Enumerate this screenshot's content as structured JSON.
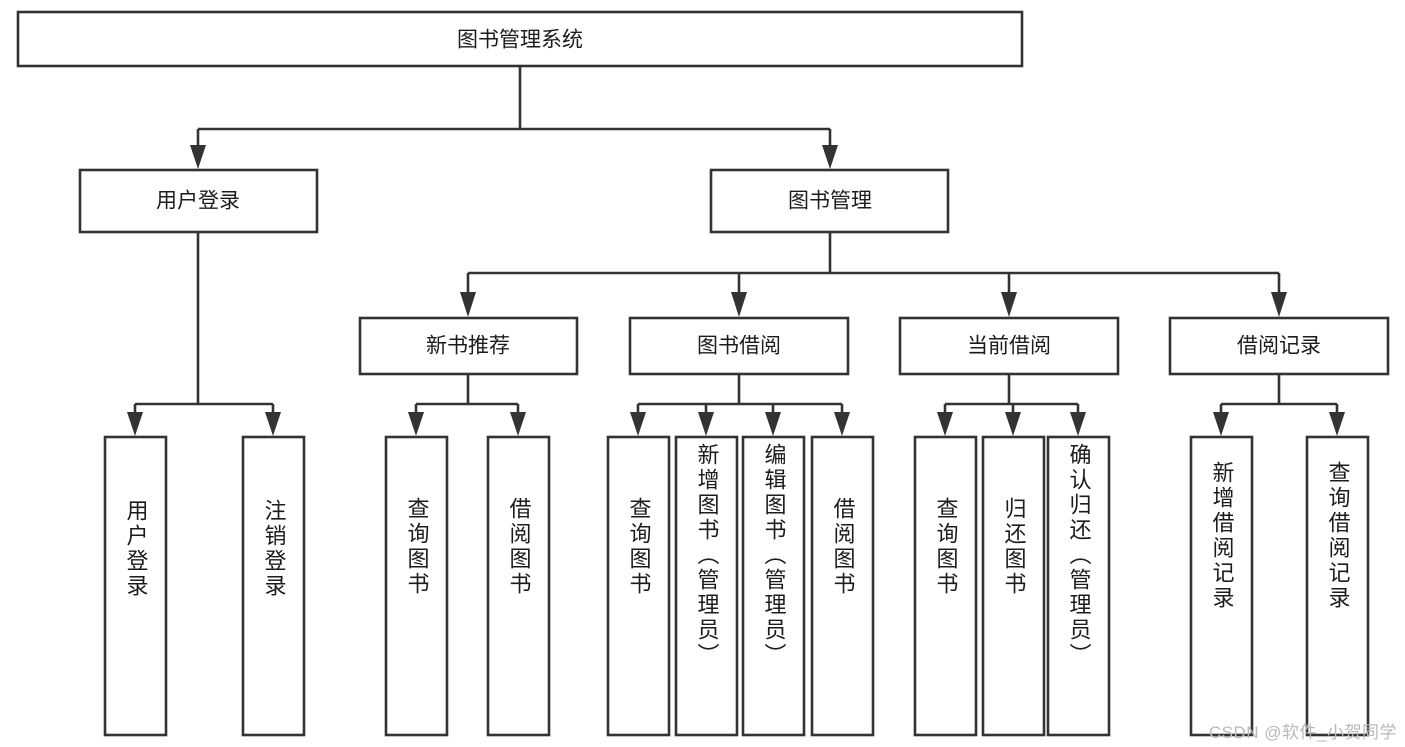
{
  "diagram": {
    "type": "hierarchy-tree",
    "title": "图书管理系统",
    "colors": {
      "box_stroke": "#333333",
      "box_fill": "#ffffff",
      "text": "#1c1c1c",
      "background": "#ffffff",
      "watermark": "#b9b9b9"
    },
    "root": {
      "label": "图书管理系统"
    },
    "level2": [
      {
        "label": "用户登录"
      },
      {
        "label": "图书管理"
      }
    ],
    "level3": [
      {
        "label": "新书推荐"
      },
      {
        "label": "图书借阅"
      },
      {
        "label": "当前借阅"
      },
      {
        "label": "借阅记录"
      }
    ],
    "leaves": {
      "user_login": [
        {
          "label": "用户登录"
        },
        {
          "label": "注销登录"
        }
      ],
      "new_book_recommend": [
        {
          "label": "查询图书"
        },
        {
          "label": "借阅图书"
        }
      ],
      "book_borrow": [
        {
          "label": "查询图书"
        },
        {
          "label": "新增图书（管理员）"
        },
        {
          "label": "编辑图书（管理员）"
        },
        {
          "label": "借阅图书"
        }
      ],
      "current_borrow": [
        {
          "label": "查询图书"
        },
        {
          "label": "归还图书"
        },
        {
          "label": "确认归还（管理员）"
        }
      ],
      "borrow_record": [
        {
          "label": "新增借阅记录"
        },
        {
          "label": "查询借阅记录"
        }
      ]
    }
  },
  "watermark": {
    "text": "CSDN @软件_小贺同学"
  }
}
